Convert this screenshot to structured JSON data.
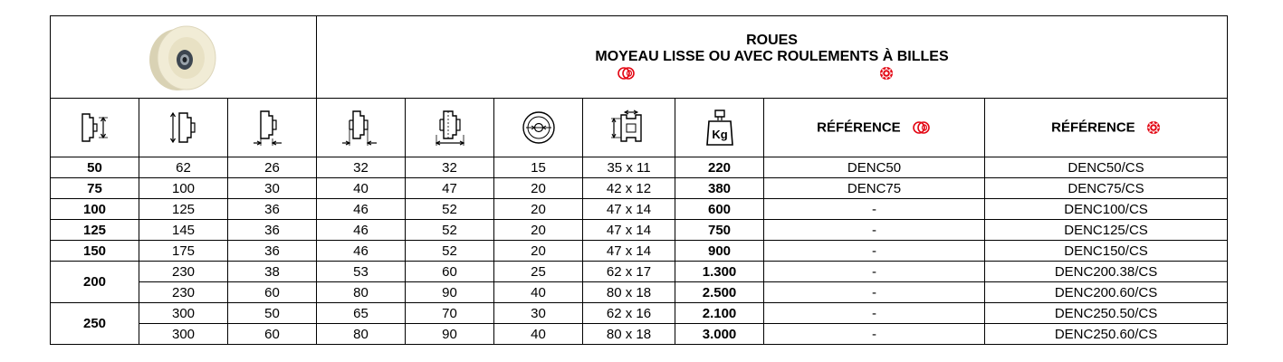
{
  "header": {
    "title_line1": "ROUES",
    "title_line2": "MOYEAU LISSE OU AVEC ROULEMENTS À BILLES"
  },
  "columns": {
    "weight_icon_label": "Kg",
    "ref_plain": "RÉFÉRENCE",
    "ref_bearing": "RÉFÉRENCE"
  },
  "icons": {
    "product": "nylon-wheel-image",
    "col1": "wheel-diameter-icon",
    "col2": "total-diameter-icon",
    "col3": "tread-width-icon",
    "col4": "hub-length-icon",
    "col5": "flange-width-icon",
    "col6": "bore-icon",
    "col7": "bearing-dimension-icon",
    "col8": "load-capacity-weight-icon",
    "plain_bore": "plain-bore-icon",
    "ball_bearing": "ball-bearing-icon"
  },
  "colors": {
    "accent": "#e30613",
    "border": "#000000",
    "wheel": "#efe9cf"
  },
  "rows": [
    {
      "d": "50",
      "d1": "62",
      "b": "26",
      "l": "32",
      "e": "32",
      "bore": "15",
      "bearing": "35 x 11",
      "load": "220",
      "ref": "DENC50",
      "ref_cs": "DENC50/CS"
    },
    {
      "d": "75",
      "d1": "100",
      "b": "30",
      "l": "40",
      "e": "47",
      "bore": "20",
      "bearing": "42 x 12",
      "load": "380",
      "ref": "DENC75",
      "ref_cs": "DENC75/CS"
    },
    {
      "d": "100",
      "d1": "125",
      "b": "36",
      "l": "46",
      "e": "52",
      "bore": "20",
      "bearing": "47 x 14",
      "load": "600",
      "ref": "-",
      "ref_cs": "DENC100/CS"
    },
    {
      "d": "125",
      "d1": "145",
      "b": "36",
      "l": "46",
      "e": "52",
      "bore": "20",
      "bearing": "47 x 14",
      "load": "750",
      "ref": "-",
      "ref_cs": "DENC125/CS"
    },
    {
      "d": "150",
      "d1": "175",
      "b": "36",
      "l": "46",
      "e": "52",
      "bore": "20",
      "bearing": "47 x 14",
      "load": "900",
      "ref": "-",
      "ref_cs": "DENC150/CS"
    },
    {
      "d": "200",
      "d1": "230",
      "b": "38",
      "l": "53",
      "e": "60",
      "bore": "25",
      "bearing": "62 x 17",
      "load": "1.300",
      "ref": "-",
      "ref_cs": "DENC200.38/CS"
    },
    {
      "d": "",
      "d1": "230",
      "b": "60",
      "l": "80",
      "e": "90",
      "bore": "40",
      "bearing": "80 x 18",
      "load": "2.500",
      "ref": "-",
      "ref_cs": "DENC200.60/CS"
    },
    {
      "d": "250",
      "d1": "300",
      "b": "50",
      "l": "65",
      "e": "70",
      "bore": "30",
      "bearing": "62 x 16",
      "load": "2.100",
      "ref": "-",
      "ref_cs": "DENC250.50/CS"
    },
    {
      "d": "",
      "d1": "300",
      "b": "60",
      "l": "80",
      "e": "90",
      "bore": "40",
      "bearing": "80 x 18",
      "load": "3.000",
      "ref": "-",
      "ref_cs": "DENC250.60/CS"
    }
  ]
}
